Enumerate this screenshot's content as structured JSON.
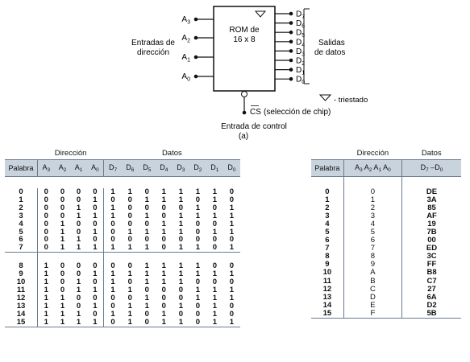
{
  "diagram": {
    "rom_label": [
      "ROM de",
      "16 x 8"
    ],
    "inputs_label": [
      "Entradas de",
      "dirección"
    ],
    "outputs_label": [
      "Salidas",
      "de datos"
    ],
    "address_pins": [
      "A3",
      "A2",
      "A1",
      "A0"
    ],
    "data_pins": [
      "D7",
      "D6",
      "D5",
      "D4",
      "D3",
      "D2",
      "D1",
      "D0"
    ],
    "tristate_legend": "- triestado",
    "cs_label": "CS",
    "cs_desc": "(selección de chip)",
    "control_label": "Entrada de control",
    "caption": "(a)"
  },
  "table_binary": {
    "group_address": "Dirección",
    "group_data": "Datos",
    "col_word": "Palabra",
    "rows": [
      {
        "w": "0",
        "a": [
          "0",
          "0",
          "0",
          "0"
        ],
        "d": [
          "1",
          "1",
          "0",
          "1",
          "1",
          "1",
          "1",
          "0"
        ]
      },
      {
        "w": "1",
        "a": [
          "0",
          "0",
          "0",
          "1"
        ],
        "d": [
          "0",
          "0",
          "1",
          "1",
          "1",
          "0",
          "1",
          "0"
        ]
      },
      {
        "w": "2",
        "a": [
          "0",
          "0",
          "1",
          "0"
        ],
        "d": [
          "1",
          "0",
          "0",
          "0",
          "0",
          "1",
          "0",
          "1"
        ]
      },
      {
        "w": "3",
        "a": [
          "0",
          "0",
          "1",
          "1"
        ],
        "d": [
          "1",
          "0",
          "1",
          "0",
          "1",
          "1",
          "1",
          "1"
        ]
      },
      {
        "w": "4",
        "a": [
          "0",
          "1",
          "0",
          "0"
        ],
        "d": [
          "0",
          "0",
          "0",
          "1",
          "1",
          "0",
          "0",
          "1"
        ]
      },
      {
        "w": "5",
        "a": [
          "0",
          "1",
          "0",
          "1"
        ],
        "d": [
          "0",
          "1",
          "1",
          "1",
          "1",
          "0",
          "1",
          "1"
        ]
      },
      {
        "w": "6",
        "a": [
          "0",
          "1",
          "1",
          "0"
        ],
        "d": [
          "0",
          "0",
          "0",
          "0",
          "0",
          "0",
          "0",
          "0"
        ]
      },
      {
        "w": "7",
        "a": [
          "0",
          "1",
          "1",
          "1"
        ],
        "d": [
          "1",
          "1",
          "1",
          "0",
          "1",
          "1",
          "0",
          "1"
        ]
      },
      {
        "w": "8",
        "a": [
          "1",
          "0",
          "0",
          "0"
        ],
        "d": [
          "0",
          "0",
          "1",
          "1",
          "1",
          "1",
          "0",
          "0"
        ]
      },
      {
        "w": "9",
        "a": [
          "1",
          "0",
          "0",
          "1"
        ],
        "d": [
          "1",
          "1",
          "1",
          "1",
          "1",
          "1",
          "1",
          "1"
        ]
      },
      {
        "w": "10",
        "a": [
          "1",
          "0",
          "1",
          "0"
        ],
        "d": [
          "1",
          "0",
          "1",
          "1",
          "1",
          "0",
          "0",
          "0"
        ]
      },
      {
        "w": "11",
        "a": [
          "1",
          "0",
          "1",
          "1"
        ],
        "d": [
          "1",
          "1",
          "0",
          "0",
          "0",
          "1",
          "1",
          "1"
        ]
      },
      {
        "w": "12",
        "a": [
          "1",
          "1",
          "0",
          "0"
        ],
        "d": [
          "0",
          "0",
          "1",
          "0",
          "0",
          "1",
          "1",
          "1"
        ]
      },
      {
        "w": "13",
        "a": [
          "1",
          "1",
          "0",
          "1"
        ],
        "d": [
          "0",
          "1",
          "1",
          "0",
          "1",
          "0",
          "1",
          "0"
        ]
      },
      {
        "w": "14",
        "a": [
          "1",
          "1",
          "1",
          "0"
        ],
        "d": [
          "1",
          "1",
          "0",
          "1",
          "0",
          "0",
          "1",
          "0"
        ]
      },
      {
        "w": "15",
        "a": [
          "1",
          "1",
          "1",
          "1"
        ],
        "d": [
          "0",
          "1",
          "0",
          "1",
          "1",
          "0",
          "1",
          "1"
        ]
      }
    ]
  },
  "table_hex": {
    "group_address": "Dirección",
    "group_data": "Datos",
    "col_word": "Palabra",
    "col_data": "D7 –D0",
    "rows": [
      {
        "w": "0",
        "a": "0",
        "d": "DE"
      },
      {
        "w": "1",
        "a": "1",
        "d": "3A"
      },
      {
        "w": "2",
        "a": "2",
        "d": "85"
      },
      {
        "w": "3",
        "a": "3",
        "d": "AF"
      },
      {
        "w": "4",
        "a": "4",
        "d": "19"
      },
      {
        "w": "5",
        "a": "5",
        "d": "7B"
      },
      {
        "w": "6",
        "a": "6",
        "d": "00"
      },
      {
        "w": "7",
        "a": "7",
        "d": "ED"
      },
      {
        "w": "8",
        "a": "8",
        "d": "3C"
      },
      {
        "w": "9",
        "a": "9",
        "d": "FF"
      },
      {
        "w": "10",
        "a": "A",
        "d": "B8"
      },
      {
        "w": "11",
        "a": "B",
        "d": "C7"
      },
      {
        "w": "12",
        "a": "C",
        "d": "27"
      },
      {
        "w": "13",
        "a": "D",
        "d": "6A"
      },
      {
        "w": "14",
        "a": "E",
        "d": "D2"
      },
      {
        "w": "15",
        "a": "F",
        "d": "5B"
      }
    ]
  }
}
